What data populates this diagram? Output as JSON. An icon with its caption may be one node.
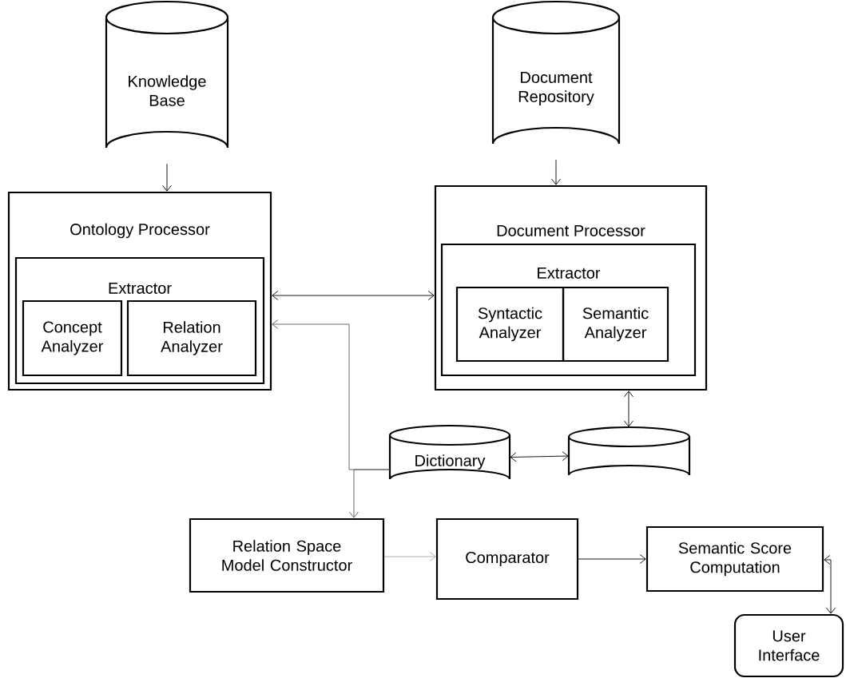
{
  "diagram": {
    "nodes": [
      {
        "text": [
          "Knowledge Base"
        ]
      },
      {
        "text": [
          "Document Repository"
        ]
      },
      {
        "text": [
          "Ontology Processor"
        ]
      },
      {
        "text": [
          "Extractor"
        ],
        "in": 2
      },
      {
        "text": [
          "Concept Analyzer"
        ],
        "in": 3
      },
      {
        "text": [
          "Relation Analyzer"
        ],
        "in": 3
      },
      {
        "text": [
          "Document Processor"
        ]
      },
      {
        "text": [
          "Extractor"
        ],
        "in": 6
      },
      {
        "text": [
          "Syntactic Analyzer"
        ],
        "in": 7
      },
      {
        "text": [
          "Semantic Analyzer"
        ],
        "in": 7
      },
      {
        "text": [
          "Dictionary"
        ]
      },
      {
        "text": [],
        "shape": "cylinder"
      },
      {
        "text": [
          "Relation Space Model Constructor"
        ]
      },
      {
        "text": [
          "Comparator"
        ]
      },
      {
        "text": [
          "Semantic Score Computation"
        ]
      },
      {
        "text": [
          "User Interface"
        ]
      }
    ],
    "edges": [
      {
        "from": 0,
        "to": 2,
        "arrow": "to"
      },
      {
        "from": 1,
        "to": 6,
        "arrow": "to"
      },
      {
        "from": 2,
        "to": 6,
        "arrow": "both"
      },
      {
        "from": 10,
        "to": 2,
        "arrow": "to",
        "color": "#595959"
      },
      {
        "from": 10,
        "to": 12,
        "arrow": "to",
        "color": "#595959"
      },
      {
        "from": 6,
        "to": 11,
        "arrow": "both"
      },
      {
        "from": 10,
        "to": 11,
        "arrow": "both"
      },
      {
        "from": 12,
        "to": 13,
        "arrow": "to",
        "color": "#a6a6a6"
      },
      {
        "from": 13,
        "to": 14,
        "arrow": "to"
      },
      {
        "from": 14,
        "to": 15,
        "arrow": "both"
      }
    ]
  }
}
